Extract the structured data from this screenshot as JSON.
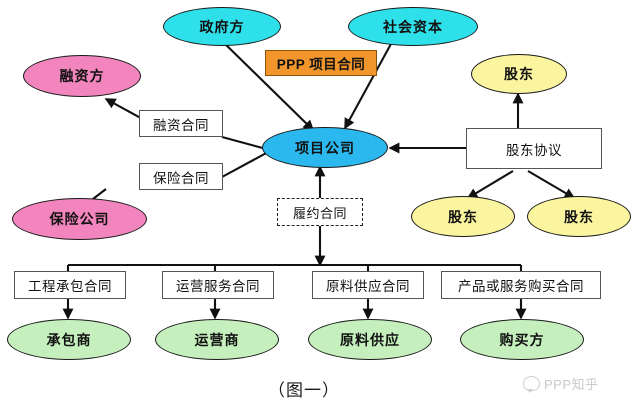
{
  "diagram": {
    "caption": "（图一）",
    "watermark": "PPP知乎",
    "nodes": {
      "government": "政府方",
      "private_capital": "社会资本",
      "ppp_contract": "PPP 项目合同",
      "financier": "融资方",
      "financing_contract": "融资合同",
      "insurance_contract": "保险合同",
      "insurance_company": "保险公司",
      "project_company": "项目公司",
      "performance_contract": "履约合同",
      "shareholder_agreement": "股东协议",
      "shareholder_top": "股东",
      "shareholder_left": "股东",
      "shareholder_right": "股东",
      "construction_contract": "工程承包合同",
      "operation_contract": "运营服务合同",
      "material_contract": "原料供应合同",
      "purchase_contract": "产品或服务购买合同",
      "contractor": "承包商",
      "operator": "运营商",
      "material_supplier": "原料供应",
      "buyer": "购买方"
    },
    "colors": {
      "cyan": "#2ee0ea",
      "pink": "#f285bd",
      "blue": "#2bb8ee",
      "yellow": "#fbf5a0",
      "green": "#c5f0bd",
      "orange": "#f2962c",
      "line": "#111111"
    }
  }
}
